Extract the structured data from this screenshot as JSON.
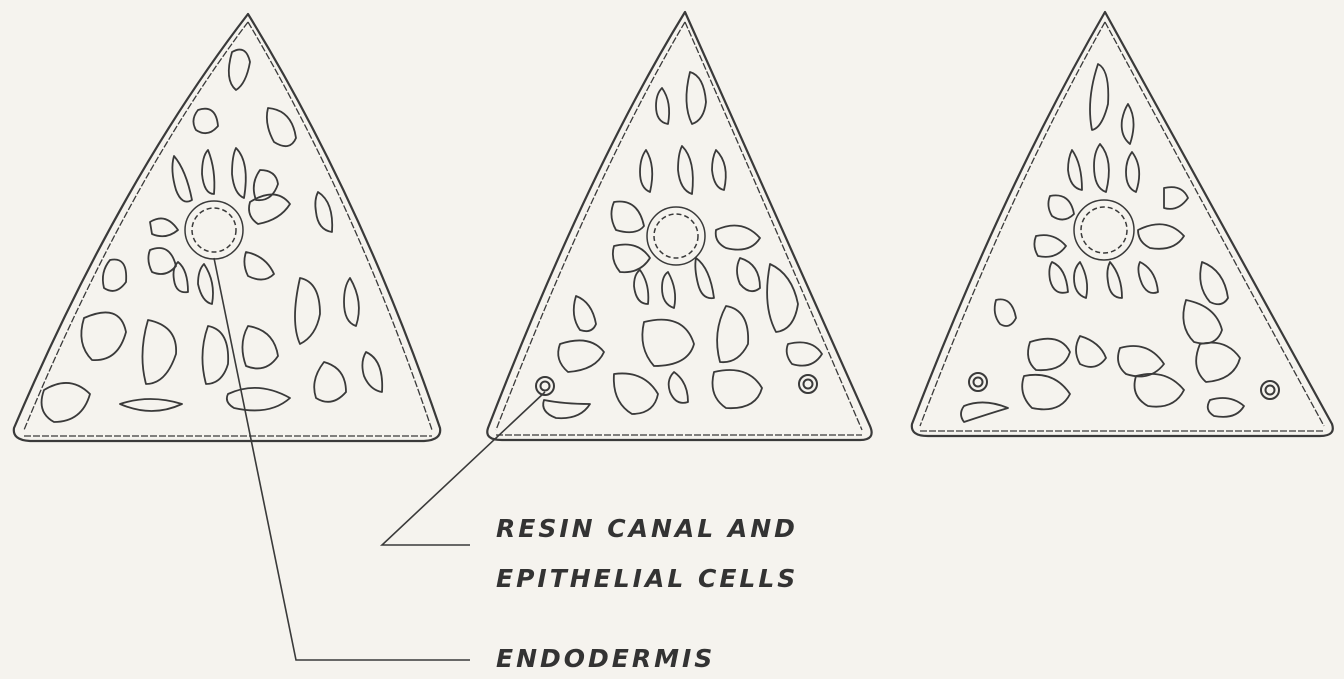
{
  "figure": {
    "sections": [
      {
        "name": "section-1",
        "resin_canals_visible": false
      },
      {
        "name": "section-2",
        "resin_canals_visible": true
      },
      {
        "name": "section-3",
        "resin_canals_visible": true
      }
    ],
    "labels": {
      "resin_canal_line1": "RESIN CANAL AND",
      "resin_canal_line2": "EPITHELIAL CELLS",
      "endodermis": "ENDODERMIS"
    },
    "colors": {
      "ink": "#3a3a3a",
      "paper": "#f5f3ee"
    }
  }
}
